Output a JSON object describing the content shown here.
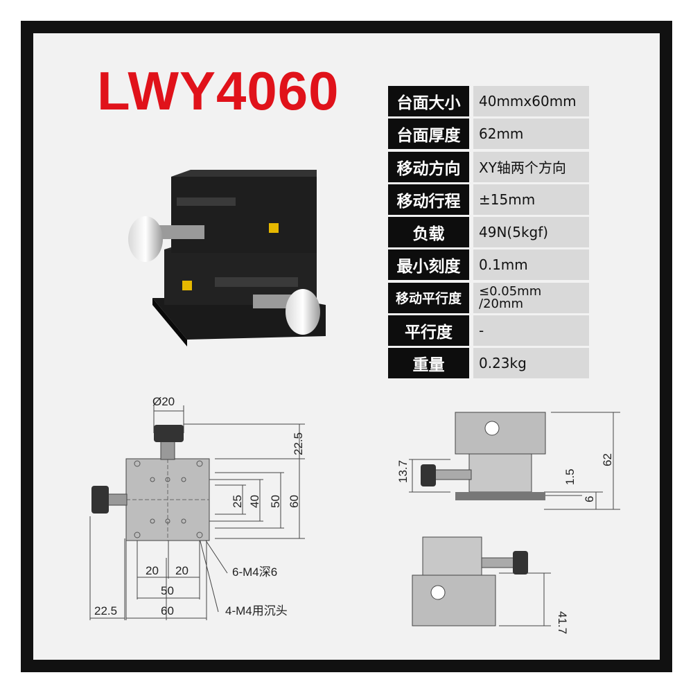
{
  "title": "LWY4060",
  "specs": [
    {
      "label": "台面大小",
      "value": "40mmx60mm"
    },
    {
      "label": "台面厚度",
      "value": "62mm"
    },
    {
      "label": "移动方向",
      "value": "XY轴两个方向"
    },
    {
      "label": "移动行程",
      "value": "±15mm"
    },
    {
      "label": "负载",
      "value": "49N(5kgf)"
    },
    {
      "label": "最小刻度",
      "value": "0.1mm"
    },
    {
      "label": "移动平行度",
      "value_line1": "≤0.05mm",
      "value_line2": "/20mm"
    },
    {
      "label": "平行度",
      "value": "-"
    },
    {
      "label": "重量",
      "value": "0.23kg"
    }
  ],
  "drawing_top": {
    "dia": "Ø20",
    "d22_5_top": "22.5",
    "d25": "25",
    "d40": "40",
    "d50v": "50",
    "d60v": "60",
    "d20a": "20",
    "d20b": "20",
    "d50h": "50",
    "d60h": "60",
    "d22_5_bottom": "22.5",
    "note1": "6-M4深6",
    "note2": "4-M4用沉头"
  },
  "drawing_side": {
    "d13_7": "13.7",
    "d62": "62",
    "d1_5": "1.5",
    "d6": "6"
  },
  "drawing_front": {
    "d41_7": "41.7"
  }
}
